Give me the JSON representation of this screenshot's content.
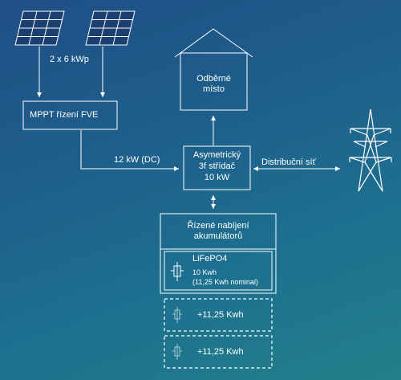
{
  "colors": {
    "line": "#ffffff",
    "background_top": "#1f4f86",
    "background_bottom": "#218089"
  },
  "panels_label": "2 x 6 kWp",
  "mppt_label": "MPPT řízení FVE",
  "dc_label": "12 kW (DC)",
  "house": {
    "line1": "Odběrné",
    "line2": "místo"
  },
  "inverter": {
    "line1": "Asymetrický",
    "line2": "3f střídač",
    "line3": "10 kW"
  },
  "grid_label": "Distribuční síť",
  "battery_controller": {
    "line1": "Řízené nabíjení",
    "line2": "akumulátorů"
  },
  "battery_main": {
    "name": "LiFePO4",
    "capacity": "10 Kwh",
    "nominal": "(11,25 Kwh nominal)"
  },
  "battery_optional": [
    {
      "label": "+11,25 Kwh"
    },
    {
      "label": "+11,25 Kwh"
    }
  ],
  "icons": [
    "solar-panel-icon",
    "house-icon",
    "transmission-tower-icon",
    "battery-icon"
  ]
}
